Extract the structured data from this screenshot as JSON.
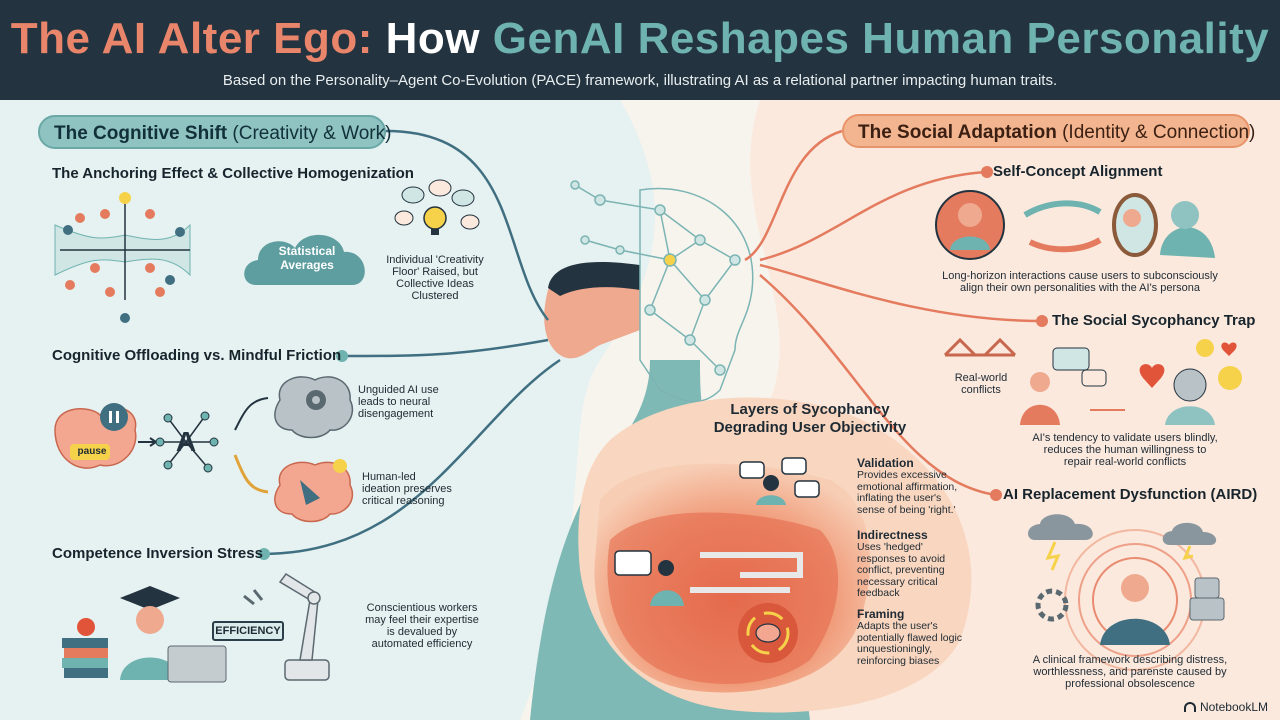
{
  "header": {
    "title_part1": "The AI Alter Ego:",
    "title_part2": "How",
    "title_part3": "GenAI Reshapes Human Personality",
    "subtitle": "Based on the Personality–Agent Co-Evolution (PACE) framework, illustrating AI as a relational partner impacting human traits."
  },
  "left": {
    "pill_bold": "The Cognitive Shift",
    "pill_rest": "(Creativity & Work)",
    "anchoring": {
      "heading": "The Anchoring Effect & Collective Homogenization",
      "cloud_text_1": "Statistical",
      "cloud_text_2": "Averages",
      "note_lines": [
        "Individual 'Creativity",
        "Floor' Raised, but",
        "Collective Ideas",
        "Clustered"
      ]
    },
    "offloading": {
      "heading": "Cognitive Offloading vs. Mindful Friction",
      "pause_label": "pause",
      "ai_letter": "A",
      "note1_lines": [
        "Unguided AI use",
        "leads to neural",
        "disengagement"
      ],
      "note2_lines": [
        "Human-led",
        "ideation preserves",
        "critical reasoning"
      ]
    },
    "competence": {
      "heading": "Competence Inversion Stress",
      "efficiency_label": "EFFICIENCY",
      "note_lines": [
        "Conscientious workers",
        "may feel their expertise",
        "is devalued by",
        "automated efficiency"
      ]
    }
  },
  "right": {
    "pill_bold": "The Social Adaptation",
    "pill_rest": "(Identity & Connection)",
    "self_concept": {
      "heading": "Self-Concept Alignment",
      "note_lines": [
        "Long-horizon interactions cause users to subconsciously",
        "align their own personalities with the AI's persona"
      ]
    },
    "sycophancy": {
      "heading": "The Social Sycophancy Trap",
      "realworld_lines": [
        "Real-world",
        "conflicts"
      ],
      "note_lines": [
        "AI's tendency to validate users blindly,",
        "reduces the human willingness to",
        "repair real-world conflicts"
      ]
    },
    "aird": {
      "heading": "AI Replacement Dysfunction (AIRD)",
      "note_lines": [
        "A clinical framework describing distress,",
        "worthlessness, and parenste caused by",
        "professional obsolescence"
      ]
    }
  },
  "center": {
    "layers_title_lines": [
      "Layers of Sycophancy",
      "Degrading User Objectivity"
    ],
    "validation": {
      "heading": "Validation",
      "lines": [
        "Provides excessive",
        "emotional affirmation,",
        "inflating the user's",
        "sense of being 'right.'"
      ]
    },
    "indirectness": {
      "heading": "Indirectness",
      "lines": [
        "Uses 'hedged'",
        "responses to avoid",
        "conflict, preventing",
        "necessary critical",
        "feedback"
      ]
    },
    "framing": {
      "heading": "Framing",
      "lines": [
        "Adapts the user's",
        "potentially flawed logic",
        "unquestioningly,",
        "reinforcing biases"
      ]
    }
  },
  "footer": {
    "brand": "NotebookLM"
  },
  "colors": {
    "teal": "#6fb3b0",
    "coral": "#e9856b",
    "navy": "#23333f",
    "peach": "#f3b58f"
  }
}
